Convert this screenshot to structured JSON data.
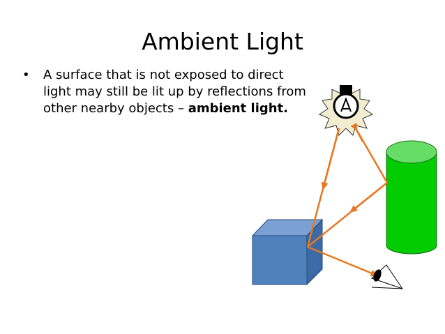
{
  "slide": {
    "title": "Ambient Light",
    "bullet_symbol": "•",
    "bullet_text": "A surface that is not exposed to direct light may still be lit up by reflections from other nearby objects – ",
    "bullet_bold": "ambient light."
  },
  "colors": {
    "cube_front": "#4f81bd",
    "cube_top": "#7aa0d4",
    "cube_side": "#3b6aa6",
    "cylinder": "#00cc00",
    "cylinder_top": "#66dd66",
    "ray": "#e87722",
    "burst": "#f2ecd0"
  },
  "icons": [
    "light-bulb-icon",
    "eye-icon"
  ]
}
